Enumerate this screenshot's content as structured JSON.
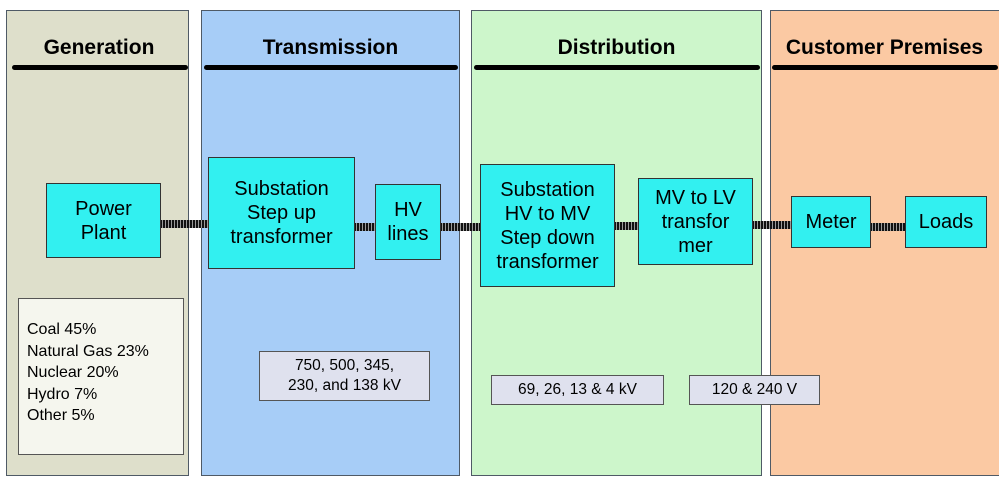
{
  "phases": {
    "generation": "Generation",
    "transmission": "Transmission",
    "distribution": "Distribution",
    "customer": "Customer Premises"
  },
  "boxes": {
    "power_plant": "Power\nPlant",
    "step_up": "Substation\nStep up\ntransformer",
    "hv_lines": "HV\nlines",
    "step_down": "Substation\nHV to MV\nStep down\ntransformer",
    "mv_lv": "MV to LV\ntransfor\nmer",
    "meter": "Meter",
    "loads": "Loads"
  },
  "generation_mix": [
    "Coal 45%",
    "Natural Gas 23%",
    "Nuclear 20%",
    "Hydro 7%",
    "Other 5%"
  ],
  "voltages": {
    "transmission": "750, 500, 345,\n230, and 138 kV",
    "distribution": "69, 26, 13 & 4 kV",
    "customer": "120 & 240 V"
  },
  "colors": {
    "generation_bg": "#dedfcb",
    "transmission_bg": "#a7cdf7",
    "distribution_bg": "#cdf6cb",
    "customer_bg": "#fbc9a3",
    "box_fill": "#32f0f0"
  }
}
